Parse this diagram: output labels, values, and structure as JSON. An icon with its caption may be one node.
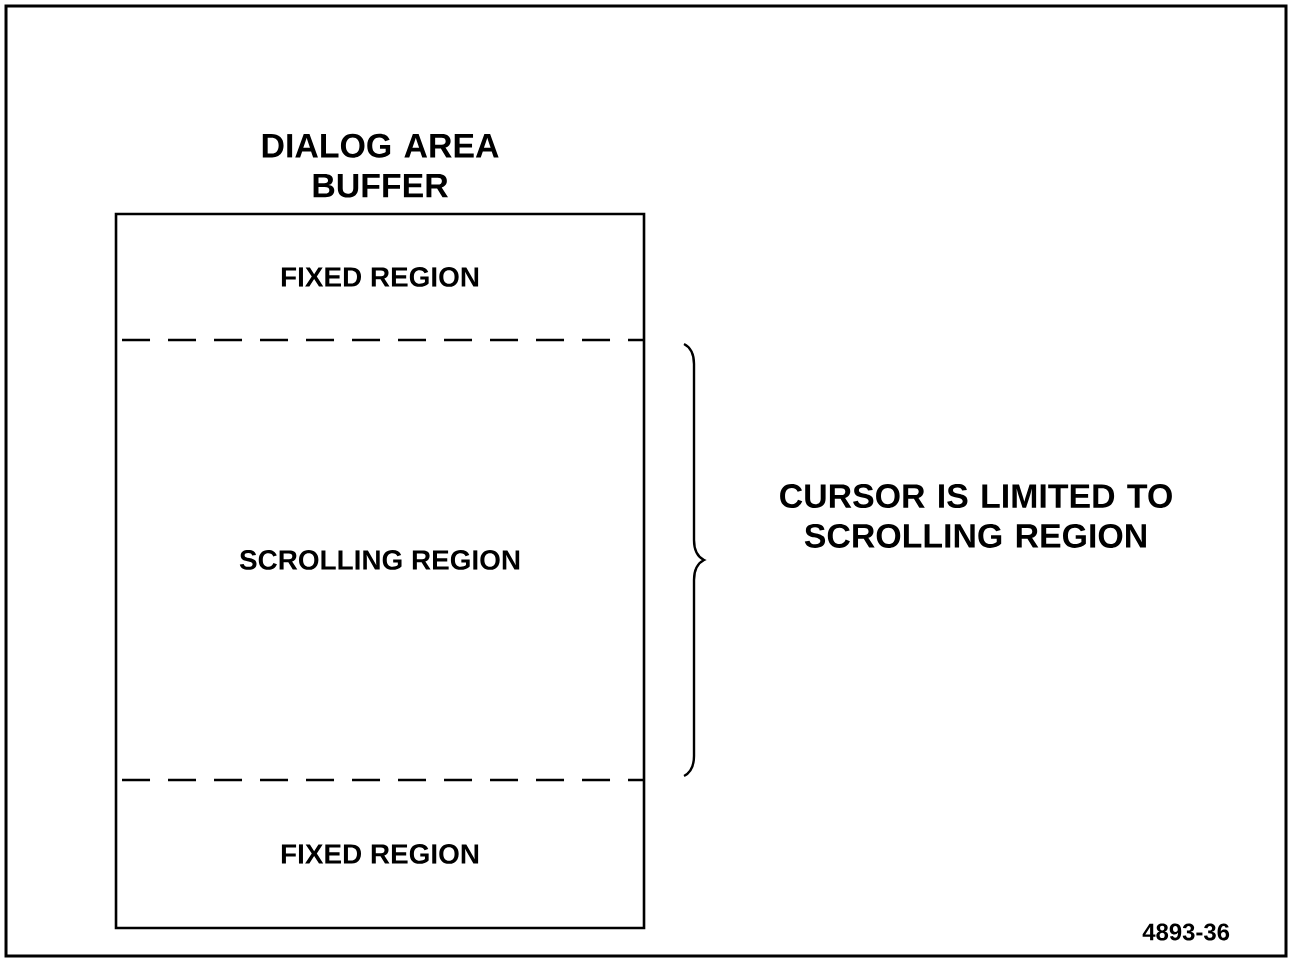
{
  "diagram": {
    "nodes": [
      {
        "text": [
          "DIALOG AREA BUFFER"
        ]
      },
      {
        "text": [
          "FIXED REGION"
        ],
        "in": 0
      },
      {
        "text": [
          "SCROLLING REGION"
        ],
        "in": 0
      },
      {
        "text": [
          "FIXED REGION"
        ],
        "in": 0
      }
    ],
    "labels": [
      "CURSOR IS LIMITED TO SCROLLING REGION",
      "4893-36"
    ]
  }
}
